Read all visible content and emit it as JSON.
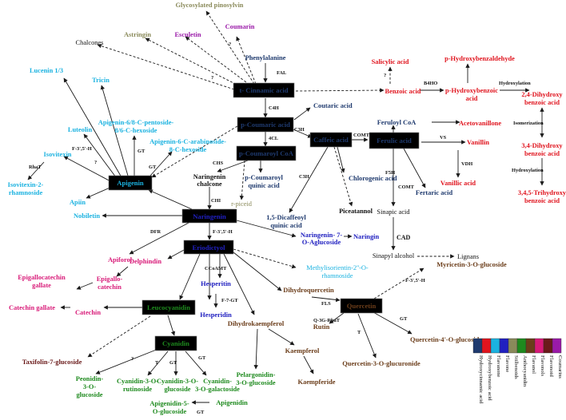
{
  "colors": {
    "hydroxycinnamic": "#1f3a6e",
    "hydroxybenzoic": "#e0141e",
    "flavone": "#1bb2e0",
    "flavanone": "#2020c0",
    "stilbenoid": "#8a8a5a",
    "anthocyanidin": "#1e8a1e",
    "flavonol": "#6b3d1a",
    "flavanol": "#d81a78",
    "flavonoid": "#6a1a1a",
    "coumarin": "#9a1aa8",
    "other": "#111111"
  },
  "boxes": {
    "cinnamic": "t- Cinnamic acid",
    "pcoumaric": "p-Coumaric acid",
    "pcoumaroylcoa": "p-Coumaroyl CoA",
    "caffeic": "Caffeic acid",
    "ferulic": "Ferulic acid",
    "apigenin": "Apigenin",
    "naringenin": "Naringenin",
    "eriodictyol": "Eriodictyol",
    "leucocyanidin": "Leucocyanidin",
    "cyanidin": "Cyanidin",
    "quercetin": "Quercetin"
  },
  "labels": {
    "glycosylated_pinosylvin": "Glycosylated pinosylvin",
    "astringin": "Astringin",
    "esculetin": "Esculetin",
    "coumarin": "Coumarin",
    "chalcones": "Chalcones",
    "phenylalanine": "Phenylalanine",
    "tricin": "Tricin",
    "lucenin": "Lucenin 1/3",
    "apigenin_pentoside_l1": "Apigenin-6/8-C-pentoside-",
    "apigenin_pentoside_l2": "8/6-C-hexoside",
    "luteolin": "Luteolin",
    "apigenin_arabinoside_l1": "Apigenin-6-C-arabinoside-",
    "apigenin_arabinoside_l2": "8-C-hexoside",
    "isovitexin": "Isovitexin",
    "isovitexin_rham_l1": "Isovitexin-2-",
    "isovitexin_rham_l2": "rhamnoside",
    "apiin": "Apiin",
    "salicylic": "Salicylic acid",
    "p_hydroxybenzaldehyde": "p-Hydroxybenzaldehyde",
    "benzoic": "Benzoic acid",
    "p_hydroxybenzoic_l1": "p-Hydroxybenzoic",
    "p_hydroxybenzoic_l2": "acid",
    "dihydroxy24_l1": "2,4-Dihydroxy",
    "dihydroxy24_l2": "benzoic acid",
    "dihydroxy34_l1": "3,4-Dihydroxy",
    "dihydroxy34_l2": "benzoic acid",
    "trihydroxy_l1": "3,4,5-Trihydroxy",
    "trihydroxy_l2": "benzoic acid",
    "coutaric": "Coutaric acid",
    "feruloyl_coa": "Feruloyl CoA",
    "acetovanillone": "Acetovanillone",
    "vanillin": "Vanillin",
    "vanillic": "Vanillic acid",
    "fertaric": "Fertaric acid",
    "naringenin_chalcone_l1": "Naringenin",
    "naringenin_chalcone_l2": "chalcone",
    "p_coumaroyl_quinic_l1": "p-Coumaroyl",
    "p_coumaroyl_quinic_l2": "quinic acid",
    "r_piceid": "r-piceid",
    "dicaffeoyl_l1": "1,5-Dicaffeoyl",
    "dicaffeoyl_l2": "quinic acid",
    "chlorogenic": "Chlorogenic acid",
    "piceatannol": "Piceatannol",
    "sinapic": "Sinapic acid",
    "sinapyl": "Sinapyl alcohol",
    "lignans": "Lignans",
    "nobiletin": "Nobiletin",
    "apiforol": "Apiforol",
    "naringenin_glucoside_l1": "Naringenin- 7-",
    "naringenin_glucoside_l2": "O-Aglucoside",
    "naringin": "Naringin",
    "delphinidin": "Delphindin",
    "epigallocatechin_gallate_l1": "Epigallocatechin",
    "epigallocatechin_gallate_l2": "gallate",
    "epigallocatechin_l1": "Epigallo-",
    "epigallocatechin_l2": "catechin",
    "methylisorientin_l1": "Methylisorientin-2''-O-",
    "methylisorientin_l2": "rhamnoside",
    "hesperitin": "Hesperitin",
    "hesperidin": "Hesperidin",
    "dihydroquercetin": "Dihydroquercetin",
    "myricetin": "Myricetin-3-O-glucoside",
    "catechin_gallate": "Catechin gallate",
    "catechin": "Catechin",
    "dihydrokaempferol": "Dihydrokaempferol",
    "taxifolin": "Taxifolin-7-glucoside",
    "rutin": "Rutin",
    "quercetin_4_glucoside": "Quercetin-4'-O-glucoside",
    "quercetin_3_glucuronide": "Quercetin-3-O-glucuronide",
    "kaempferol": "Kaempferol",
    "kaempferide": "Kaempferide",
    "pelargonidin_l1": "Pelargonidin-",
    "pelargonidin_l2": "3-O-glucoside",
    "peonidin_l1": "Peonidin-",
    "peonidin_l2": "3-O-",
    "peonidin_l3": "glucoside",
    "cyanidin_rutinoside_l1": "Cyanidin-3-O-",
    "cyanidin_rutinoside_l2": "rutinoside",
    "cyanidin_glucoside_l1": "Cyanidin-3-O-",
    "cyanidin_glucoside_l2": "glucoside",
    "cyanidin_galactoside_l1": "Cyanidin-",
    "cyanidin_galactoside_l2": "3-O-galactoside",
    "apigenidin": "Apigenidin",
    "apigenidin_glucoside_l1": "Apigenidin-5-",
    "apigenidin_glucoside_l2": "O-glucoside"
  },
  "enzymes": {
    "q1": "?",
    "q2": "?",
    "q3": "?",
    "q4": "?",
    "q5": "?",
    "fal": "FAL",
    "c4h": "C4H",
    "fourcl": "4CL",
    "c3h": "C3H",
    "c3h_2": "C3H",
    "comt": "COMT",
    "comt_2": "COMT",
    "f5h": "F5H",
    "vs": "VS",
    "vdh": "VDH",
    "b4ho": "B4HO",
    "hydroxylation": "Hydroxylation",
    "isomerization": "Isomerization",
    "hydroxylation_2": "Hydroxylation",
    "chs": "CHS",
    "chi": "CHI",
    "gt1": "GT",
    "gt2": "GT",
    "f35h_apigenin": "F-3',5'-H",
    "rhat": "RhaT",
    "dfr": "DFR",
    "f35h_nar": "F-3',5'-H",
    "ccoamt": "CCoAMT",
    "f7gt": "F-7-GT",
    "fls": "FLS",
    "f35h_q": "F-3',5'-H",
    "q3grhat": "Q-3G-RhaT",
    "t": "T",
    "gt_q": "GT",
    "t_cy": "T",
    "gt_cy1": "GT",
    "gt_cy2": "GT",
    "gt_api": "GT",
    "cad": "CAD"
  },
  "legend": [
    {
      "label": "Hydroxycinnamic acid",
      "color": "#1f3a6e"
    },
    {
      "label": "Hydroxybenzoic acid",
      "color": "#e0141e"
    },
    {
      "label": "Flavanone",
      "color": "#1bb2e0"
    },
    {
      "label": "Flavone",
      "color": "#2020c0"
    },
    {
      "label": "Stilbenoids",
      "color": "#8a8a5a"
    },
    {
      "label": "Anthocyanidin",
      "color": "#1e8a1e"
    },
    {
      "label": "Flavanol",
      "color": "#6b3d1a"
    },
    {
      "label": "Flavonols",
      "color": "#d81a78"
    },
    {
      "label": "Flavonoid",
      "color": "#6a1a1a"
    },
    {
      "label": "Coumarins",
      "color": "#9a1aa8"
    }
  ]
}
